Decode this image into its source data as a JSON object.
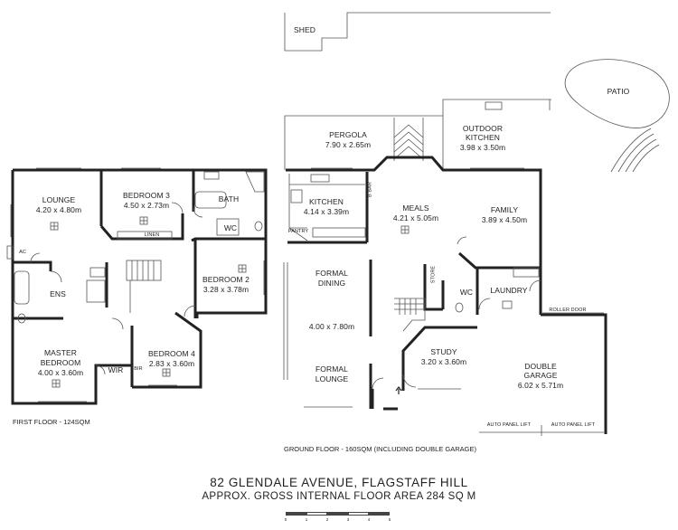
{
  "labels": {
    "shed": "SHED",
    "patio": "PATIO",
    "pergola": "PERGOLA",
    "pergola_dim": "7.90 x 2.65m",
    "outdoor_kitchen": "OUTDOOR KITCHEN",
    "outdoor_kitchen_dim": "3.98 x 3.50m",
    "kitchen": "KITCHEN",
    "kitchen_dim": "4.14 x 3.39m",
    "b_bar": "B BAR",
    "pantry": "PANTRY",
    "meals": "MEALS",
    "meals_dim": "4.21 x 5.05m",
    "family": "FAMILY",
    "family_dim": "3.89 x 4.50m",
    "formal_dining_1": "FORMAL",
    "formal_dining_2": "DINING",
    "dining_lounge_dim": "4.00 x 7.80m",
    "formal_lounge_1": "FORMAL",
    "formal_lounge_2": "LOUNGE",
    "store": "STORE",
    "wc_ground": "WC",
    "laundry": "LAUNDRY",
    "roller_door": "ROLLER DOOR",
    "study": "STUDY",
    "study_dim": "3.20 x 3.60m",
    "double_garage_1": "DOUBLE",
    "double_garage_2": "GARAGE",
    "garage_dim": "6.02 x 5.71m",
    "auto_panel_lift_1": "AUTO PANEL LIFT",
    "auto_panel_lift_2": "AUTO PANEL LIFT",
    "lounge": "LOUNGE",
    "lounge_dim": "4.20 x 4.80m",
    "bedroom3": "BEDROOM 3",
    "bedroom3_dim": "4.50 x 2.73m",
    "bath": "BATH",
    "linen": "LINEN",
    "wc_first": "WC",
    "ac": "AC",
    "ens": "ENS",
    "bedroom2": "BEDROOM 2",
    "bedroom2_dim": "3.28 x 3.78m",
    "master_1": "MASTER",
    "master_2": "BEDROOM",
    "master_dim": "4.00 x 3.60m",
    "wir": "WIR",
    "bir": "BIR",
    "bedroom4": "BEDROOM 4",
    "bedroom4_dim": "2.83 x 3.60m"
  },
  "captions": {
    "first_floor": "FIRST FLOOR - 124SQM",
    "ground_floor": "GROUND FLOOR - 160SQM (INCLUDING DOUBLE GARAGE)",
    "address": "82 GLENDALE AVENUE, FLAGSTAFF HILL",
    "area": "APPROX. GROSS INTERNAL FLOOR AREA  284 SQ M"
  },
  "scale_bar": {
    "ticks": [
      "0",
      "1",
      "2",
      "3",
      "4",
      "5"
    ]
  },
  "colors": {
    "wall": "#222222",
    "thin_line": "#555555",
    "window": "#999999"
  }
}
